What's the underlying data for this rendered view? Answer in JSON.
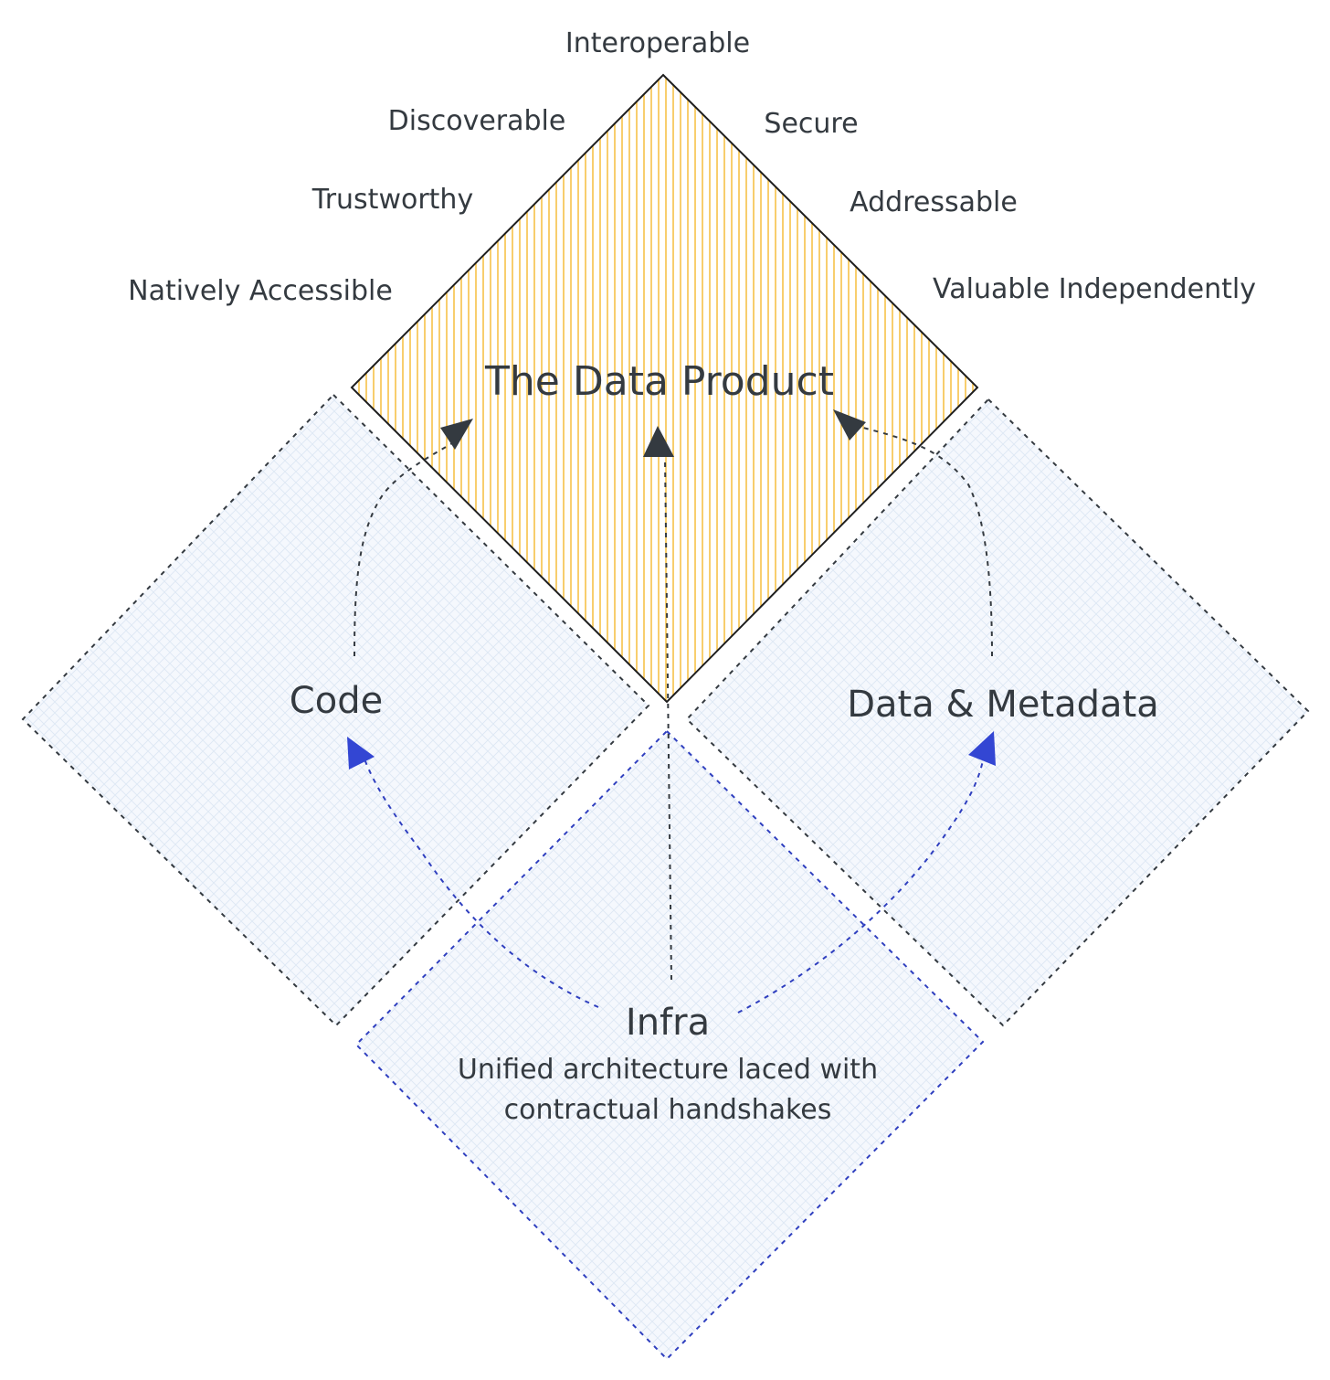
{
  "product": {
    "title": "The Data Product",
    "attributes": {
      "interoperable": "Interoperable",
      "discoverable": "Discoverable",
      "secure": "Secure",
      "trustworthy": "Trustworthy",
      "addressable": "Addressable",
      "natively_accessible": "Natively Accessible",
      "valuable_independently": "Valuable Independently"
    }
  },
  "pillars": {
    "code": "Code",
    "data_metadata": "Data & Metadata",
    "infra": {
      "title": "Infra",
      "description_line1": "Unified architecture laced with",
      "description_line2": "contractual handshakes"
    }
  },
  "colors": {
    "product_stroke": "#1e1e1e",
    "product_hatch": "#f5b82e",
    "pillar_fill": "#eef4fb",
    "dark_dash": "#343a40",
    "blue_dash": "#2f3fbf",
    "blue_arrow": "#3346d3",
    "text": "#343a40"
  }
}
